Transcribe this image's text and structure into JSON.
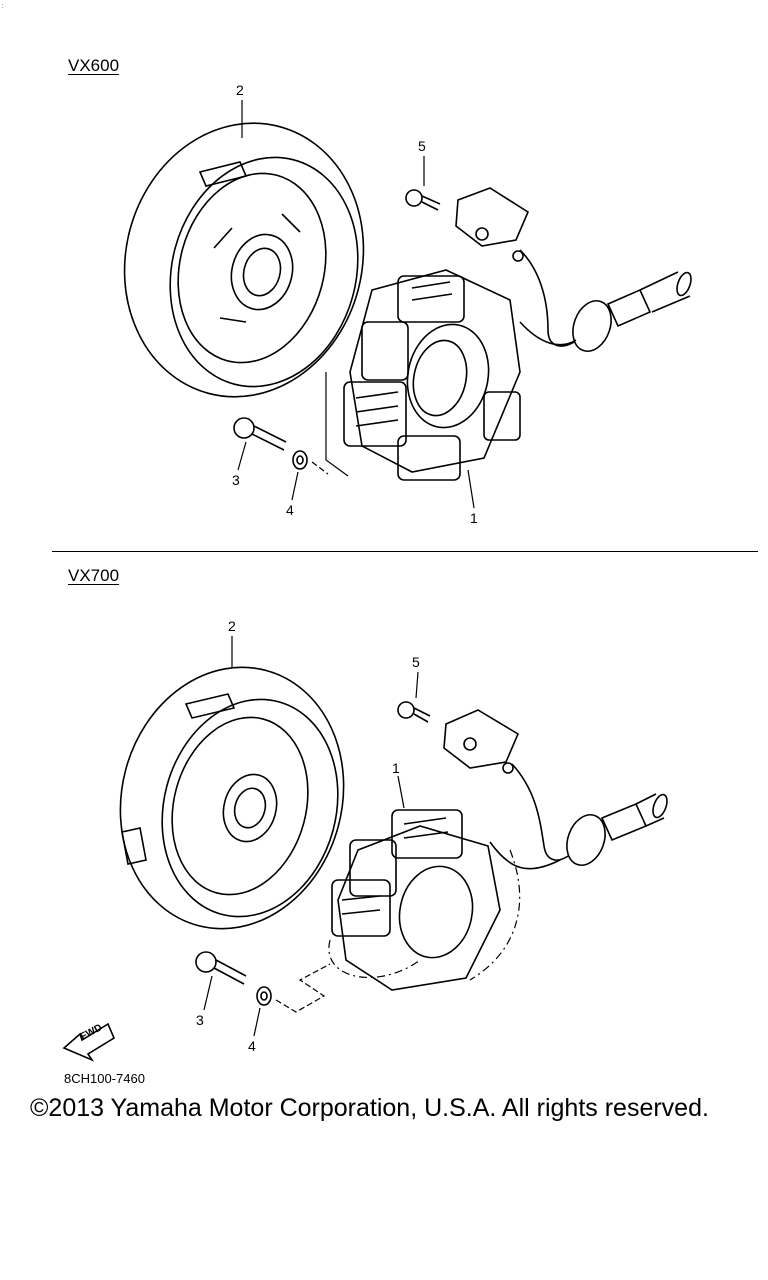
{
  "diagram": {
    "sections": [
      {
        "title": "VX600",
        "callouts": [
          "2",
          "5",
          "3",
          "4",
          "1"
        ]
      },
      {
        "title": "VX700",
        "callouts": [
          "2",
          "5",
          "1",
          "3",
          "4"
        ]
      }
    ],
    "direction_label": "FWD",
    "part_number": "8CH100-7460",
    "copyright": "©2013 Yamaha Motor Corporation, U.S.A. All rights reserved."
  },
  "colors": {
    "ink": "#000000",
    "background": "#ffffff"
  }
}
